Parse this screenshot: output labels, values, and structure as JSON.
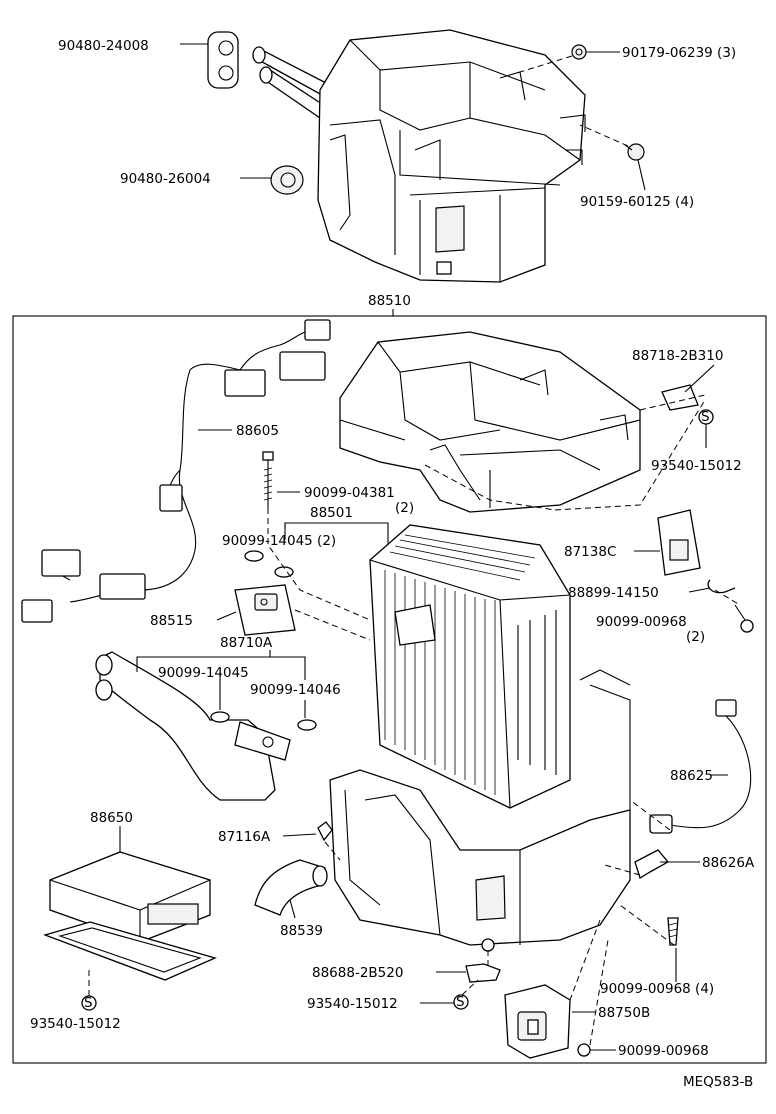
{
  "diagram": {
    "code": "MEQ583-B",
    "labels": {
      "p90480_24008": "90480-24008",
      "p90179_06239": "90179-06239 (3)",
      "p90480_26004": "90480-26004",
      "p90159_60125": "90159-60125 (4)",
      "p88510": "88510",
      "p88718_2B310": "88718-2B310",
      "p88605": "88605",
      "p93540_15012_a": "93540-15012",
      "p90099_04381": "90099-04381",
      "p90099_04381_qty": "(2)",
      "p88501": "88501",
      "p90099_14045_2": "90099-14045 (2)",
      "p87138C": "87138C",
      "p88899_14150": "88899-14150",
      "p88515": "88515",
      "p90099_00968_a": "90099-00968",
      "p90099_00968_a_qty": "(2)",
      "p88710A": "88710A",
      "p90099_14045": "90099-14045",
      "p90099_14046": "90099-14046",
      "p88625": "88625",
      "p88650": "88650",
      "p87116A": "87116A",
      "p88626A": "88626A",
      "p88539": "88539",
      "p90099_00968_b": "90099-00968 (4)",
      "p88688_2B520": "88688-2B520",
      "p93540_15012_b": "93540-15012",
      "p88750B": "88750B",
      "p90099_00968_c": "90099-00968",
      "p93540_15012_c": "93540-15012"
    }
  }
}
